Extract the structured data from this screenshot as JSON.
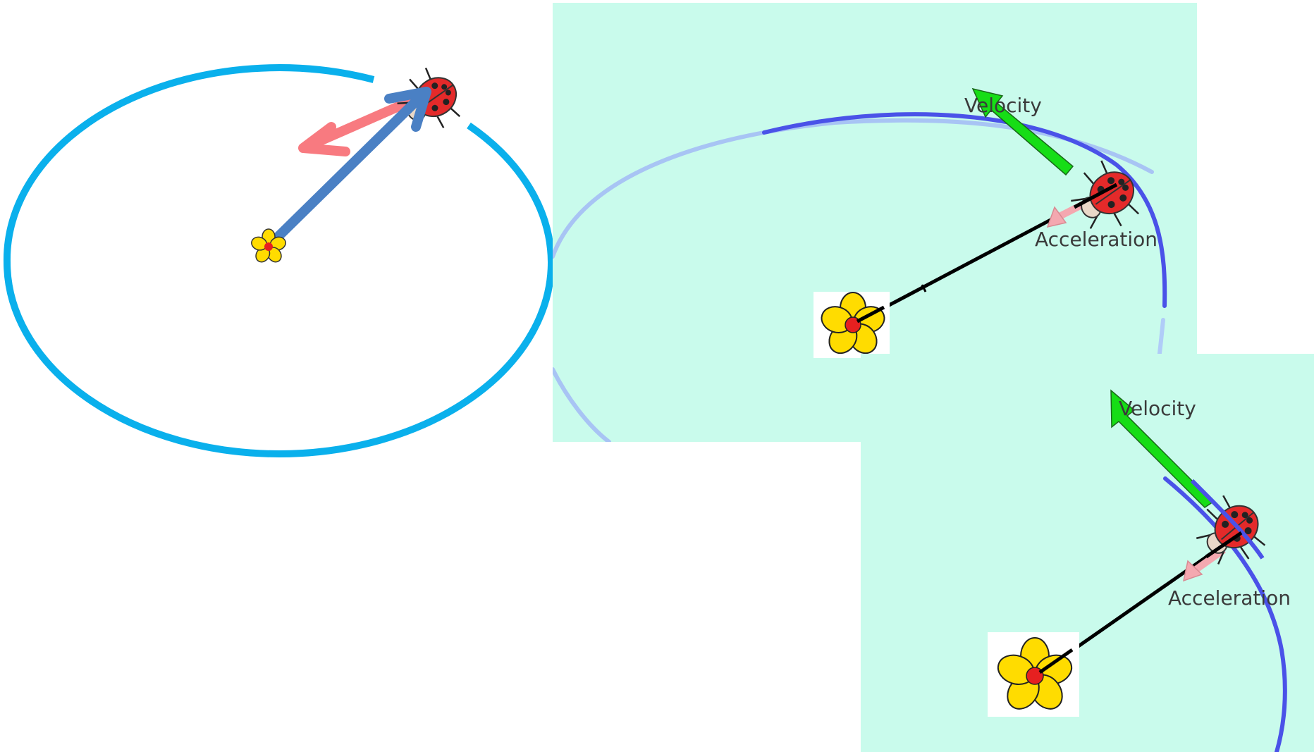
{
  "colors": {
    "background": "#ffffff",
    "panel_background": "#c9fbec",
    "orbit_simple": "#0ab0ec",
    "orbit_sim": "#4a52e8",
    "velocity_arrow": "#16dd16",
    "acceleration_arrow": "#f4a8b0",
    "radius_line_simple": "#4a80c4",
    "acceleration_arrow_simple": "#f87a80",
    "radius_line_sim": "#000000",
    "flower_petal": "#ffdc00",
    "flower_center": "#e62020",
    "ladybug_body": "#e42a2a"
  },
  "icons": {
    "central_body": "flower-icon",
    "orbiting_body": "ladybug-icon"
  },
  "panels": {
    "middle": {
      "velocity_label": "Velocity",
      "acceleration_label": "Acceleration"
    },
    "bottom": {
      "velocity_label": "Velocity",
      "acceleration_label": "Acceleration"
    }
  }
}
